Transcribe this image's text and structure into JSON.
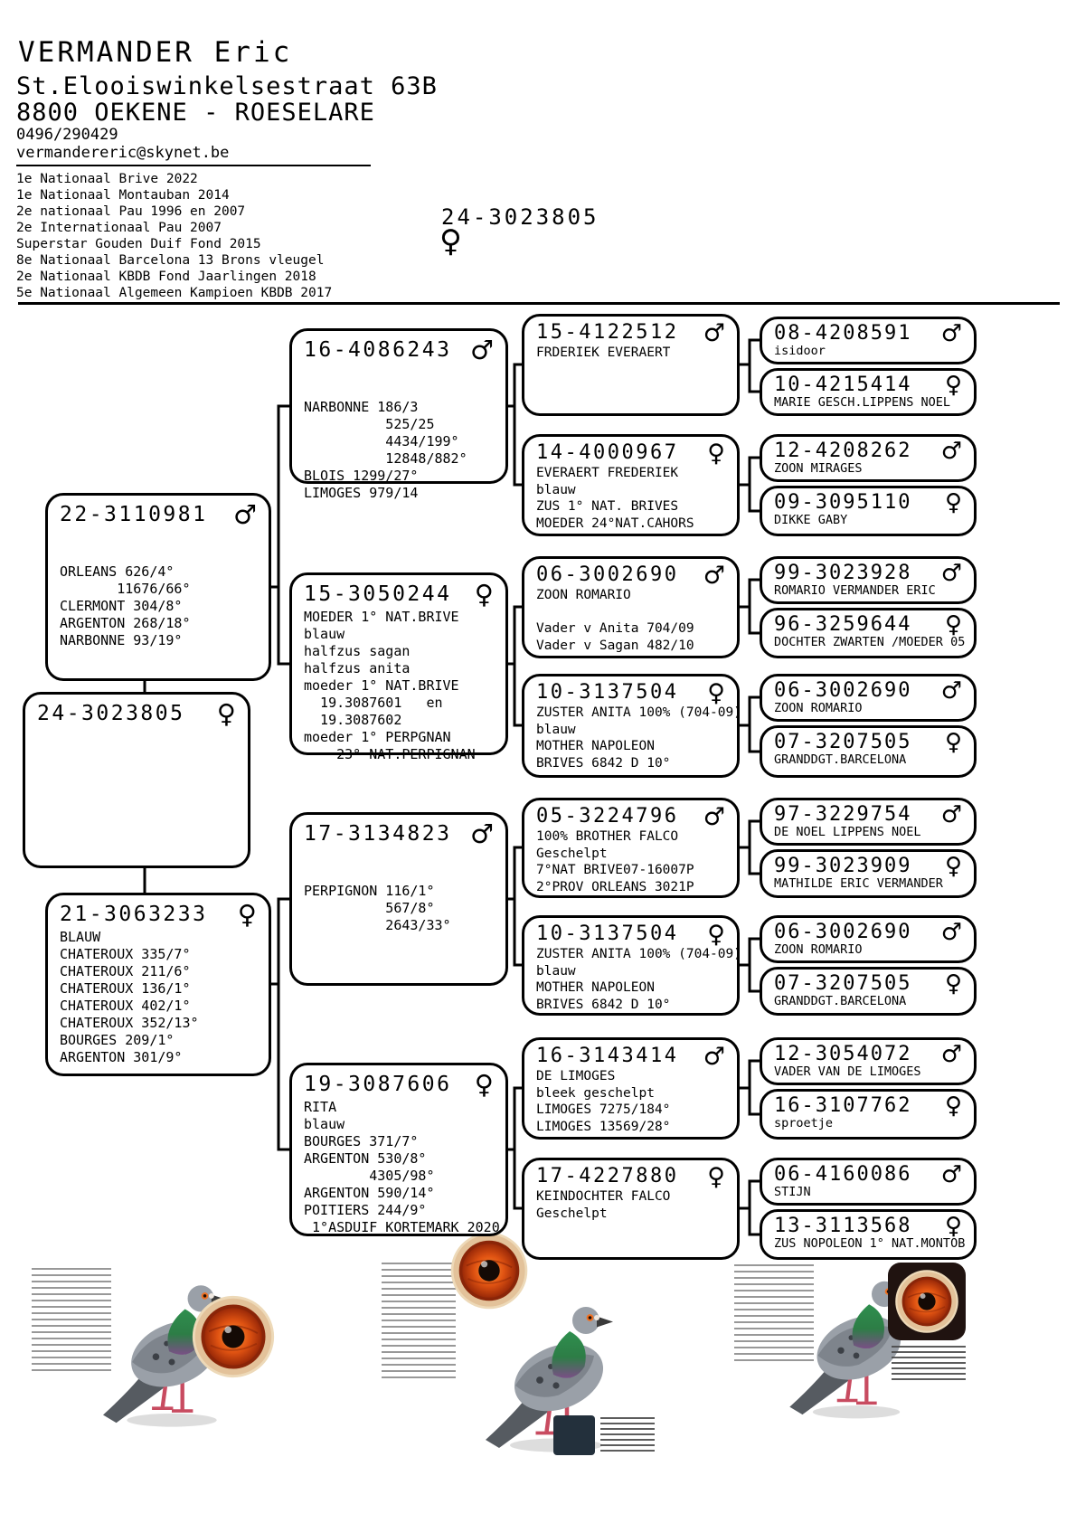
{
  "header": {
    "name": "VERMANDER Eric",
    "address_line1": "St.Elooiswinkelsestraat 63B",
    "address_line2": "8800 OEKENE - ROESELARE",
    "phone": "0496/290429",
    "email": "vermandereric@skynet.be",
    "achievements": [
      "1e Nationaal Brive 2022",
      "1e Nationaal Montauban 2014",
      "2e nationaal Pau 1996 en 2007",
      "2e Internationaal Pau 2007",
      "Superstar Gouden Duif Fond 2015",
      "8e Nationaal Barcelona 13 Brons vleugel",
      "2e Nationaal KBDB Fond Jaarlingen 2018",
      "5e Nationaal Algemeen Kampioen KBDB 2017"
    ],
    "subject_ring": "24-3023805",
    "subject_sex": "♀"
  },
  "boxes": {
    "g2_father": {
      "ring": "22-3110981",
      "sex": "♂",
      "lines": [
        "",
        "",
        "ORLEANS 626/4°",
        "       11676/66°",
        "CLERMONT 304/8°",
        "ARGENTON 268/18°",
        "NARBONNE 93/19°"
      ]
    },
    "subject": {
      "ring": "24-3023805",
      "sex": "♀",
      "lines": []
    },
    "g2_mother": {
      "ring": "21-3063233",
      "sex": "♀",
      "lines": [
        "BLAUW",
        "CHATEROUX 335/7°",
        "CHATEROUX 211/6°",
        "CHATEROUX 136/1°",
        "CHATEROUX 402/1°",
        "CHATEROUX 352/13°",
        "BOURGES 209/1°",
        "ARGENTON 301/9°"
      ]
    },
    "g3_1": {
      "ring": "16-4086243",
      "sex": "♂",
      "lines": [
        "",
        "",
        "NARBONNE 186/3",
        "          525/25",
        "          4434/199°",
        "          12848/882°",
        "BLOIS 1299/27°",
        "LIMOGES 979/14"
      ]
    },
    "g3_2": {
      "ring": "15-3050244",
      "sex": "♀",
      "lines": [
        "MOEDER 1° NAT.BRIVE",
        "blauw",
        "halfzus sagan",
        "halfzus anita",
        "moeder 1° NAT.BRIVE",
        "  19.3087601   en",
        "  19.3087602",
        "moeder 1° PERPGNAN",
        "    23° NAT.PERPIGNAN"
      ]
    },
    "g3_3": {
      "ring": "17-3134823",
      "sex": "♂",
      "lines": [
        "",
        "",
        "PERPIGNON 116/1°",
        "          567/8°",
        "          2643/33°"
      ]
    },
    "g3_4": {
      "ring": "19-3087606",
      "sex": "♀",
      "lines": [
        "RITA",
        "blauw",
        "BOURGES 371/7°",
        "ARGENTON 530/8°",
        "        4305/98°",
        "ARGENTON 590/14°",
        "POITIERS 244/9°",
        " 1°ASDUIF KORTEMARK 2020"
      ]
    },
    "g4_1": {
      "ring": "15-4122512",
      "sex": "♂",
      "lines": [
        "FRDERIEK EVERAERT"
      ]
    },
    "g4_2": {
      "ring": "14-4000967",
      "sex": "♀",
      "lines": [
        "EVERAERT FREDERIEK",
        "blauw",
        "ZUS 1° NAT. BRIVES",
        "MOEDER 24°NAT.CAHORS"
      ]
    },
    "g4_3": {
      "ring": "06-3002690",
      "sex": "♂",
      "lines": [
        "ZOON ROMARIO",
        "",
        "Vader v Anita 704/09",
        "Vader v Sagan 482/10"
      ]
    },
    "g4_4": {
      "ring": "10-3137504",
      "sex": "♀",
      "lines": [
        "ZUSTER ANITA 100% (704-09)",
        "blauw",
        "MOTHER NAPOLEON",
        "BRIVES 6842 D 10°"
      ]
    },
    "g4_5": {
      "ring": "05-3224796",
      "sex": "♂",
      "lines": [
        "100% BROTHER FALCO",
        "Geschelpt",
        "7°NAT BRIVE07-16007P",
        "2°PROV ORLEANS 3021P"
      ]
    },
    "g4_6": {
      "ring": "10-3137504",
      "sex": "♀",
      "lines": [
        "ZUSTER ANITA 100% (704-09)",
        "blauw",
        "MOTHER NAPOLEON",
        "BRIVES 6842 D 10°"
      ]
    },
    "g4_7": {
      "ring": "16-3143414",
      "sex": "♂",
      "lines": [
        "DE LIMOGES",
        "bleek geschelpt",
        "LIMOGES 7275/184°",
        "LIMOGES 13569/28°"
      ]
    },
    "g4_8": {
      "ring": "17-4227880",
      "sex": "♀",
      "lines": [
        "KEINDOCHTER FALCO",
        "Geschelpt"
      ]
    },
    "g5_1a": {
      "ring": "08-4208591",
      "sex": "♂",
      "lines": [
        "isidoor"
      ]
    },
    "g5_1b": {
      "ring": "10-4215414",
      "sex": "♀",
      "lines": [
        "MARIE GESCH.LIPPENS NOEL"
      ]
    },
    "g5_2a": {
      "ring": "12-4208262",
      "sex": "♂",
      "lines": [
        "ZOON MIRAGES"
      ]
    },
    "g5_2b": {
      "ring": "09-3095110",
      "sex": "♀",
      "lines": [
        "DIKKE GABY"
      ]
    },
    "g5_3a": {
      "ring": "99-3023928",
      "sex": "♂",
      "lines": [
        "ROMARIO VERMANDER ERIC"
      ]
    },
    "g5_3b": {
      "ring": "96-3259644",
      "sex": "♀",
      "lines": [
        "DOCHTER ZWARTEN /MOEDER 05"
      ]
    },
    "g5_4a": {
      "ring": "06-3002690",
      "sex": "♂",
      "lines": [
        "ZOON ROMARIO"
      ]
    },
    "g5_4b": {
      "ring": "07-3207505",
      "sex": "♀",
      "lines": [
        "GRANDDGT.BARCELONA"
      ]
    },
    "g5_5a": {
      "ring": "97-3229754",
      "sex": "♂",
      "lines": [
        "DE NOEL LIPPENS NOEL"
      ]
    },
    "g5_5b": {
      "ring": "99-3023909",
      "sex": "♀",
      "lines": [
        "MATHILDE ERIC VERMANDER"
      ]
    },
    "g5_6a": {
      "ring": "06-3002690",
      "sex": "♂",
      "lines": [
        "ZOON ROMARIO"
      ]
    },
    "g5_6b": {
      "ring": "07-3207505",
      "sex": "♀",
      "lines": [
        "GRANDDGT.BARCELONA"
      ]
    },
    "g5_7a": {
      "ring": "12-3054072",
      "sex": "♂",
      "lines": [
        "VADER VAN DE LIMOGES"
      ]
    },
    "g5_7b": {
      "ring": "16-3107762",
      "sex": "♀",
      "lines": [
        "sproetje"
      ]
    },
    "g5_8a": {
      "ring": "06-4160086",
      "sex": "♂",
      "lines": [
        "STIJN"
      ]
    },
    "g5_8b": {
      "ring": "13-3113568",
      "sex": "♀",
      "lines": [
        "ZUS NOPOLEON 1° NAT.MONTOB"
      ]
    }
  },
  "footer": {
    "images": [
      "pigeon-left",
      "eye-left",
      "pigeon-middle",
      "eye-middle",
      "pigeon-right",
      "eye-right"
    ]
  }
}
